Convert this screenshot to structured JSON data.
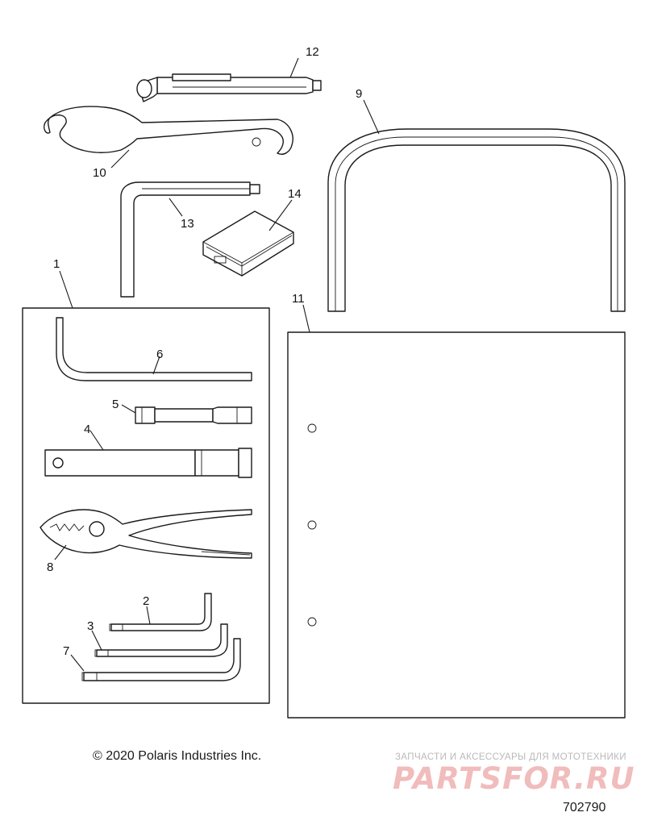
{
  "callouts": {
    "c1": "1",
    "c2": "2",
    "c3": "3",
    "c4": "4",
    "c5": "5",
    "c6": "6",
    "c7": "7",
    "c8": "8",
    "c9": "9",
    "c10": "10",
    "c11": "11",
    "c12": "12",
    "c13": "13",
    "c14": "14"
  },
  "footer": {
    "copyright": "© 2020 Polaris Industries Inc.",
    "document_number": "702790"
  },
  "watermark": {
    "tagline": "ЗАПЧАСТИ И АКСЕССУАРЫ ДЛЯ МОТОТЕХНИКИ",
    "logo": "PARTSFOR.RU"
  }
}
